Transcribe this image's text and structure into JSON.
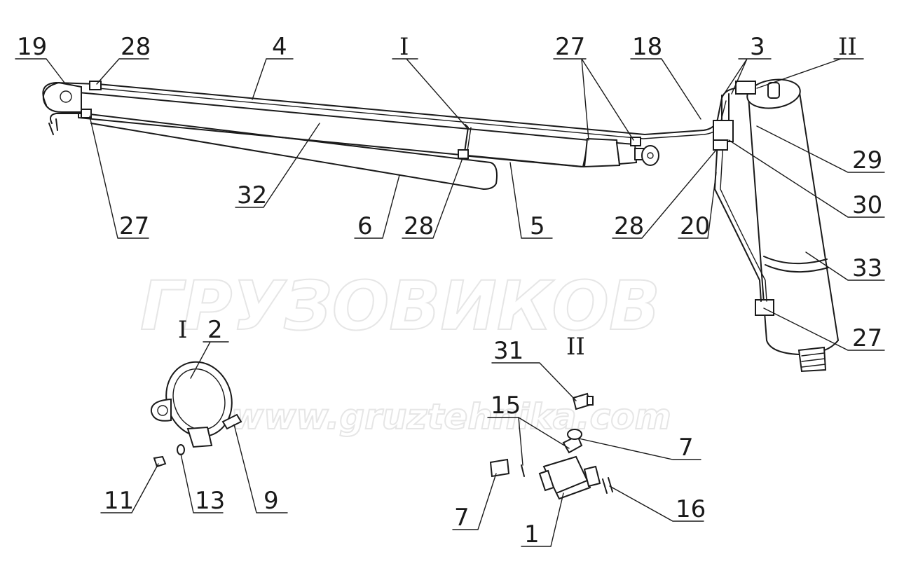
{
  "watermark": {
    "brand": "ГРУЗОВИКОВ",
    "url": "www.gruztehnika.com"
  },
  "labels": {
    "l19": "19",
    "l28a": "28",
    "l4": "4",
    "lI_top": "I",
    "l27a": "27",
    "l18": "18",
    "l3": "3",
    "lII_top": "II",
    "l29": "29",
    "l30": "30",
    "l33": "33",
    "l27d": "27",
    "l20": "20",
    "l28c": "28",
    "l5": "5",
    "l28b": "28",
    "l6": "6",
    "l32": "32",
    "l27b": "27",
    "lI_detail": "I",
    "l2": "2",
    "l9": "9",
    "l13": "13",
    "l11": "11",
    "lII_detail": "II",
    "l31": "31",
    "l15": "15",
    "l7a": "7",
    "l16": "16",
    "l1": "1",
    "l7b": "7"
  }
}
